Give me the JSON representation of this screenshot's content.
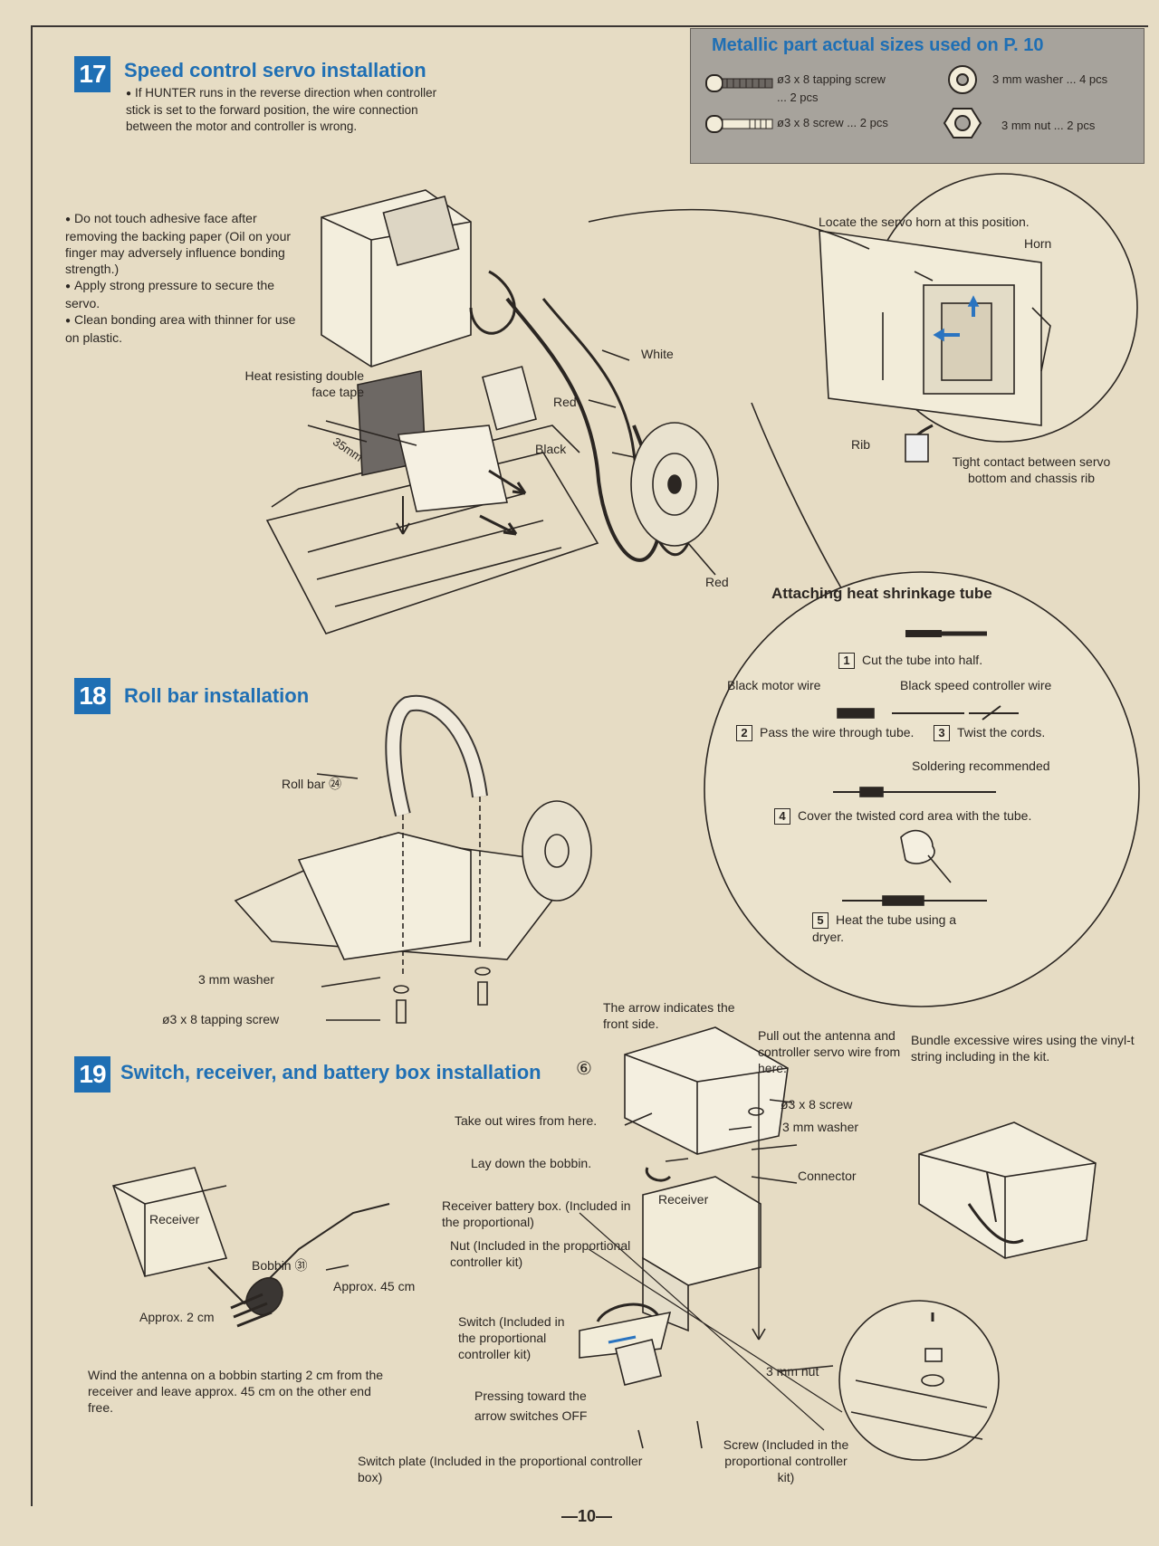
{
  "header": {
    "title": "Metallic part actual sizes used on P. 10",
    "parts": [
      {
        "icon": "tapping-screw-icon",
        "label": "ø3 x 8 tapping screw",
        "qty": "... 2 pcs"
      },
      {
        "icon": "washer-icon",
        "label": "3 mm washer ... 4 pcs"
      },
      {
        "icon": "screw-icon",
        "label": "ø3 x 8 screw ... 2 pcs"
      },
      {
        "icon": "nut-icon",
        "label": "3 mm nut ... 2 pcs"
      }
    ]
  },
  "section17": {
    "number": "17",
    "title": "Speed control servo installation",
    "note": "If HUNTER runs in the reverse direction when controller stick is set to the forward position, the wire connection between the motor and controller is wrong.",
    "bullets": [
      "Do not touch adhesive face after removing the backing paper (Oil on your finger may adversely influence bonding strength.)",
      "Apply strong pressure to secure the servo.",
      "Clean bonding area with thinner for use on plastic."
    ],
    "labels": {
      "tape": "Heat resisting double face tape",
      "dimension": "35mm",
      "white": "White",
      "red1": "Red",
      "black": "Black",
      "red2": "Red"
    },
    "detail": {
      "locate": "Locate the servo horn at this position.",
      "horn": "Horn",
      "rib": "Rib",
      "contact": "Tight contact between servo bottom and chassis rib"
    }
  },
  "shrink": {
    "title": "Attaching heat shrinkage tube",
    "steps": [
      {
        "n": "1",
        "text": "Cut the tube into half."
      },
      {
        "n": "2",
        "text": "Pass the wire through tube."
      },
      {
        "n": "3",
        "text": "Twist the cords."
      },
      {
        "n": "4",
        "text": "Cover the twisted cord area with the tube."
      },
      {
        "n": "5",
        "text": "Heat the tube using a dryer."
      }
    ],
    "black_motor": "Black motor wire",
    "black_speed": "Black speed controller wire",
    "solder": "Soldering recommended"
  },
  "section18": {
    "number": "18",
    "title": "Roll bar installation",
    "rollbar": "Roll bar ㉔",
    "washer": "3 mm washer",
    "screw": "ø3 x 8 tapping screw"
  },
  "section19": {
    "number": "19",
    "title": "Switch, receiver, and battery box installation",
    "part_ref": "⑥",
    "receiver": "Receiver",
    "bobbin": "Bobbin ㉛",
    "approx45": "Approx. 45 cm",
    "approx2": "Approx. 2 cm",
    "wind": "Wind the antenna on a bobbin starting 2 cm from the receiver and leave approx. 45 cm on the other end free.",
    "arrow_front": "The arrow indicates the front side.",
    "pull_out": "Pull out the antenna and controller servo wire from here.",
    "take_out": "Take out wires from here.",
    "screw": "ø3 x 8 screw",
    "washer": "3 mm washer",
    "lay_down": "Lay down the bobbin.",
    "connector": "Connector",
    "receiver2": "Receiver",
    "rx_battery": "Receiver battery box. (Included in the proportional)",
    "nut_incl": "Nut (Included in the proportional controller kit)",
    "switch": "Switch (Included in the proportional controller kit)",
    "pressing": "Pressing toward the arrow switches OFF",
    "nut3": "3 mm nut",
    "switch_plate": "Switch plate (Included in the proportional controller box)",
    "screw_incl": "Screw (Included in the proportional controller kit)",
    "bundle": "Bundle excessive wires using the vinyl-t string including in the kit."
  },
  "footer": {
    "page": "—10—"
  }
}
